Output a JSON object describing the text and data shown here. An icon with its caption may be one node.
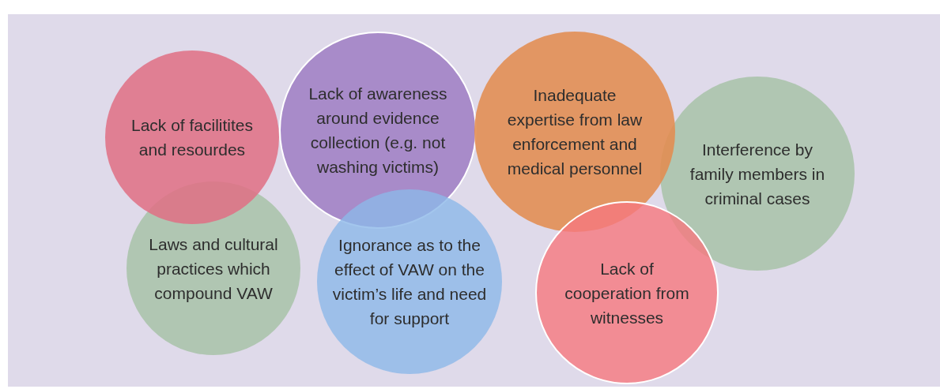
{
  "diagram": {
    "nodes": [
      {
        "text": [
          "Lack of facilitites and resourdes"
        ]
      },
      {
        "text": [
          "Lack of awareness around evidence collection (e.g. not washing victims)"
        ]
      },
      {
        "text": [
          "Inadequate expertise from law enforcement and medical personnel"
        ]
      },
      {
        "text": [
          "Interference by family members in criminal cases"
        ]
      },
      {
        "text": [
          "Laws and cultural practices which compound VAW"
        ]
      },
      {
        "text": [
          "Ignorance as to the effect of VAW on the victim’s life and need for support"
        ]
      },
      {
        "text": [
          "Lack of cooperation from witnesses"
        ]
      }
    ]
  }
}
